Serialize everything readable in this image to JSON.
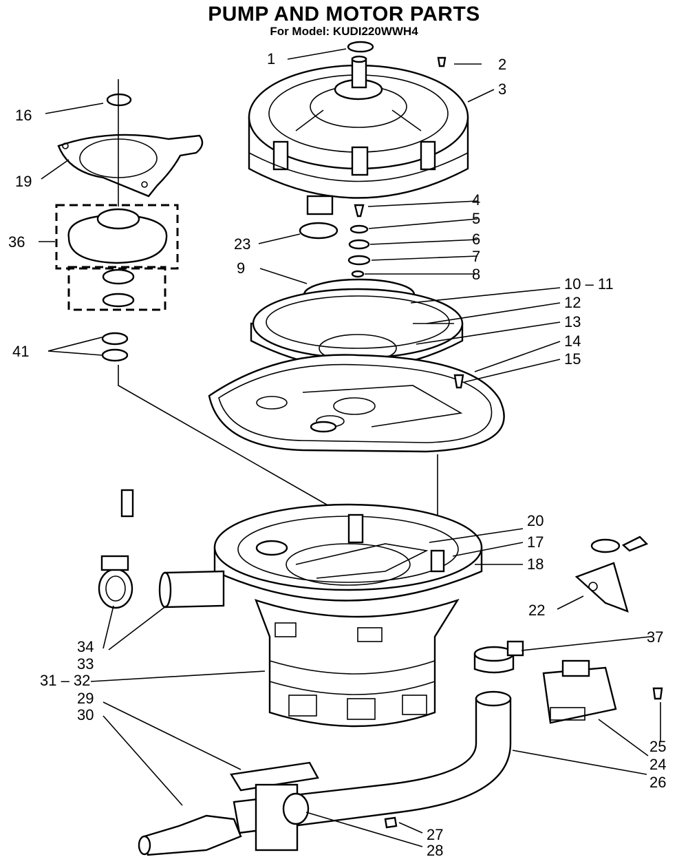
{
  "title": "PUMP AND MOTOR PARTS",
  "subtitle": "For Model: KUDI220WWH4",
  "callouts": {
    "c1": "1",
    "c2": "2",
    "c3": "3",
    "c4": "4",
    "c5": "5",
    "c6": "6",
    "c7": "7",
    "c8": "8",
    "c9": "9",
    "c10_11": "10 – 11",
    "c12": "12",
    "c13": "13",
    "c14": "14",
    "c15": "15",
    "c16": "16",
    "c17": "17",
    "c18": "18",
    "c19": "19",
    "c20": "20",
    "c22": "22",
    "c23": "23",
    "c24": "24",
    "c25": "25",
    "c26": "26",
    "c27": "27",
    "c28": "28",
    "c29": "29",
    "c30": "30",
    "c31_32": "31 – 32",
    "c33": "33",
    "c34": "34",
    "c36": "36",
    "c37": "37",
    "c41": "41"
  }
}
